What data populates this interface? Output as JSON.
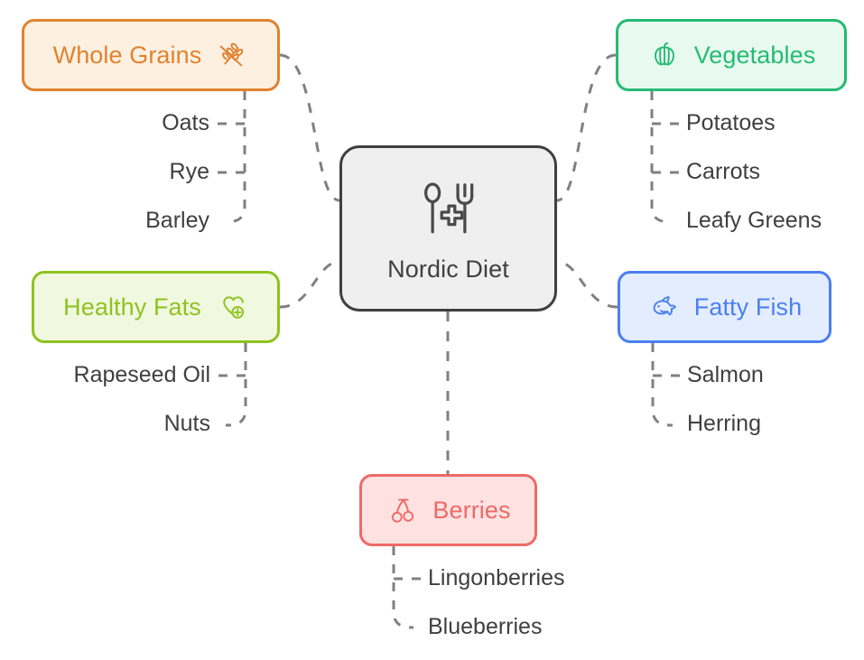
{
  "diagram": {
    "type": "mind-map",
    "title": "Nordic Diet",
    "background": "#ffffff",
    "connector_color": "#808080",
    "connector_style": "dashed"
  },
  "root": {
    "label": "Nordic Diet",
    "icon": "spoon-fork-health-icon",
    "border_color": "#3f3f3f",
    "fill_color": "#efefef",
    "text_color": "#404040"
  },
  "branches": [
    {
      "id": "whole-grains",
      "label": "Whole Grains",
      "icon": "wheat-crossed-icon",
      "icon_side": "right",
      "color": "#e0822f",
      "fill": "#fdf0e1",
      "side": "left",
      "children": [
        "Oats",
        "Rye",
        "Barley"
      ]
    },
    {
      "id": "vegetables",
      "label": "Vegetables",
      "icon": "bell-pepper-icon",
      "icon_side": "left",
      "color": "#25bb72",
      "fill": "#e8faf0",
      "side": "right",
      "children": [
        "Potatoes",
        "Carrots",
        "Leafy Greens"
      ]
    },
    {
      "id": "healthy-fats",
      "label": "Healthy Fats",
      "icon": "heart-plus-icon",
      "icon_side": "right",
      "color": "#8ec31f",
      "fill": "#f1f8e0",
      "side": "left",
      "children": [
        "Rapeseed Oil",
        "Nuts"
      ]
    },
    {
      "id": "fatty-fish",
      "label": "Fatty Fish",
      "icon": "fish-icon",
      "icon_side": "left",
      "color": "#4a7ff0",
      "fill": "#e4edfe",
      "side": "right",
      "children": [
        "Salmon",
        "Herring"
      ]
    },
    {
      "id": "berries",
      "label": "Berries",
      "icon": "cherries-icon",
      "icon_side": "left",
      "color": "#ee6a67",
      "fill": "#fde2e1",
      "side": "bottom",
      "children": [
        "Lingonberries",
        "Blueberries"
      ]
    }
  ],
  "leaves": {
    "whole_grains": {
      "a": "Oats",
      "b": "Rye",
      "c": "Barley"
    },
    "vegetables": {
      "a": "Potatoes",
      "b": "Carrots",
      "c": "Leafy Greens"
    },
    "healthy_fats": {
      "a": "Rapeseed Oil",
      "b": "Nuts"
    },
    "fatty_fish": {
      "a": "Salmon",
      "b": "Herring"
    },
    "berries": {
      "a": "Lingonberries",
      "b": "Blueberries"
    }
  }
}
